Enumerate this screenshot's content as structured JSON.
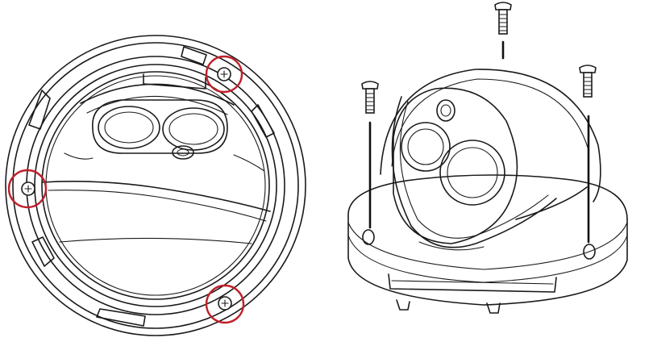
{
  "colors": {
    "line": "#1a1a1a",
    "highlight": "#c0202a",
    "background": "#ffffff"
  },
  "figures": [
    {
      "view": "top",
      "highlighted_screws": 3
    },
    {
      "view": "side",
      "loose_screws": 3
    }
  ],
  "icons": [
    "screw-icon",
    "screw-head-icon",
    "highlight-circle-icon"
  ]
}
